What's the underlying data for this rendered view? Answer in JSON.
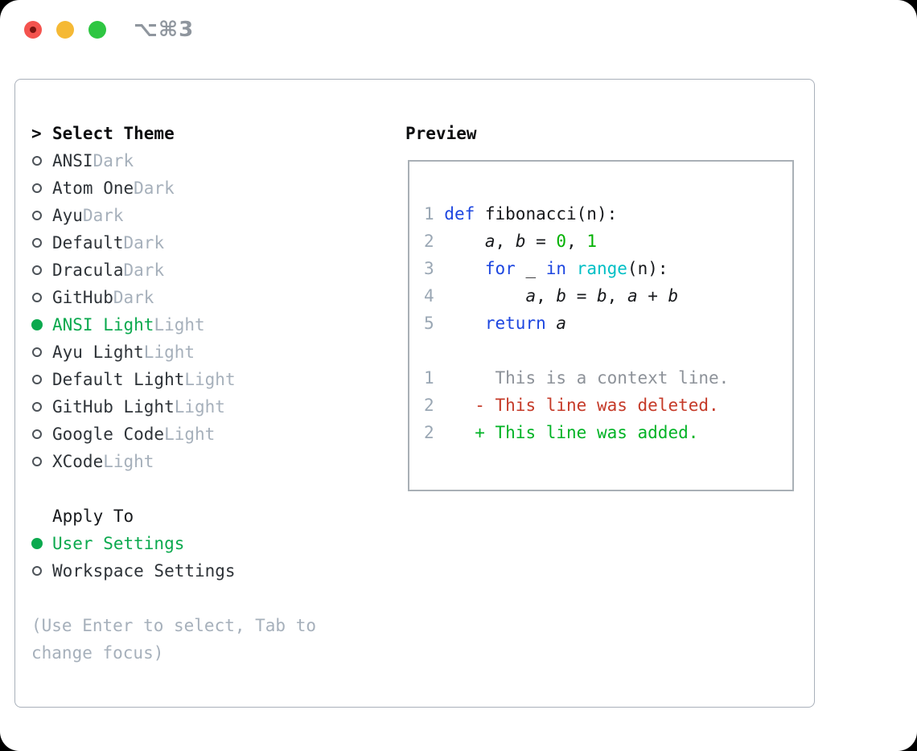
{
  "window": {
    "shortcut": "⌥⌘3"
  },
  "theme_picker": {
    "title_prefix": ">",
    "title": "Select Theme",
    "themes": [
      {
        "name": "ANSI",
        "variant": "Dark",
        "selected": false
      },
      {
        "name": "Atom One",
        "variant": "Dark",
        "selected": false
      },
      {
        "name": "Ayu",
        "variant": "Dark",
        "selected": false
      },
      {
        "name": "Default",
        "variant": "Dark",
        "selected": false
      },
      {
        "name": "Dracula",
        "variant": "Dark",
        "selected": false
      },
      {
        "name": "GitHub",
        "variant": "Dark",
        "selected": false
      },
      {
        "name": "ANSI Light",
        "variant": "Light",
        "selected": true
      },
      {
        "name": "Ayu Light",
        "variant": "Light",
        "selected": false
      },
      {
        "name": "Default Light",
        "variant": "Light",
        "selected": false
      },
      {
        "name": "GitHub Light",
        "variant": "Light",
        "selected": false
      },
      {
        "name": "Google Code",
        "variant": "Light",
        "selected": false
      },
      {
        "name": "XCode",
        "variant": "Light",
        "selected": false
      }
    ],
    "apply_to": {
      "title": "Apply To",
      "options": [
        {
          "label": "User Settings",
          "selected": true
        },
        {
          "label": "Workspace Settings",
          "selected": false
        }
      ]
    },
    "hint": "(Use Enter to select, Tab to change focus)"
  },
  "preview": {
    "title": "Preview",
    "code_lines": [
      [
        {
          "t": "1 ",
          "c": "ln"
        },
        {
          "t": "def",
          "c": "kw"
        },
        {
          "t": " fibonacci(n):",
          "c": "pl"
        }
      ],
      [
        {
          "t": "2 ",
          "c": "ln"
        },
        {
          "t": "    ",
          "c": "pl"
        },
        {
          "t": "a",
          "c": "var"
        },
        {
          "t": ", ",
          "c": "pl"
        },
        {
          "t": "b",
          "c": "var"
        },
        {
          "t": " = ",
          "c": "pl"
        },
        {
          "t": "0",
          "c": "num"
        },
        {
          "t": ", ",
          "c": "pl"
        },
        {
          "t": "1",
          "c": "num"
        }
      ],
      [
        {
          "t": "3 ",
          "c": "ln"
        },
        {
          "t": "    ",
          "c": "pl"
        },
        {
          "t": "for",
          "c": "kw"
        },
        {
          "t": " _ ",
          "c": "pl"
        },
        {
          "t": "in",
          "c": "kw"
        },
        {
          "t": " ",
          "c": "pl"
        },
        {
          "t": "range",
          "c": "fn"
        },
        {
          "t": "(n):",
          "c": "pl"
        }
      ],
      [
        {
          "t": "4 ",
          "c": "ln"
        },
        {
          "t": "        ",
          "c": "pl"
        },
        {
          "t": "a",
          "c": "var"
        },
        {
          "t": ", ",
          "c": "pl"
        },
        {
          "t": "b",
          "c": "var"
        },
        {
          "t": " = ",
          "c": "pl"
        },
        {
          "t": "b",
          "c": "var"
        },
        {
          "t": ", ",
          "c": "pl"
        },
        {
          "t": "a",
          "c": "var"
        },
        {
          "t": " + ",
          "c": "pl"
        },
        {
          "t": "b",
          "c": "var"
        }
      ],
      [
        {
          "t": "5 ",
          "c": "ln"
        },
        {
          "t": "    ",
          "c": "pl"
        },
        {
          "t": "return",
          "c": "kw"
        },
        {
          "t": " ",
          "c": "pl"
        },
        {
          "t": "a",
          "c": "var"
        }
      ],
      [],
      [
        {
          "t": "1",
          "c": "ln"
        },
        {
          "t": "      ",
          "c": "pl"
        },
        {
          "t": "This is a context line.",
          "c": "ctx"
        }
      ],
      [
        {
          "t": "2",
          "c": "ln"
        },
        {
          "t": "    ",
          "c": "pl"
        },
        {
          "t": "- This line was deleted.",
          "c": "del"
        }
      ],
      [
        {
          "t": "2",
          "c": "ln"
        },
        {
          "t": "    ",
          "c": "pl"
        },
        {
          "t": "+ This line was added.",
          "c": "add"
        }
      ]
    ]
  },
  "colors": {
    "accent_green": "#0ba94e",
    "keyword_blue": "#1d46e0",
    "function_cyan": "#00bfc5",
    "number_green": "#00b100",
    "diff_red": "#c53a28",
    "diff_green": "#00b325",
    "muted_gray": "#a6b0bb",
    "line_number_gray": "#9aa7b4",
    "traffic_red": "#f4534e",
    "traffic_yellow": "#f5b935",
    "traffic_green": "#2ec642"
  }
}
